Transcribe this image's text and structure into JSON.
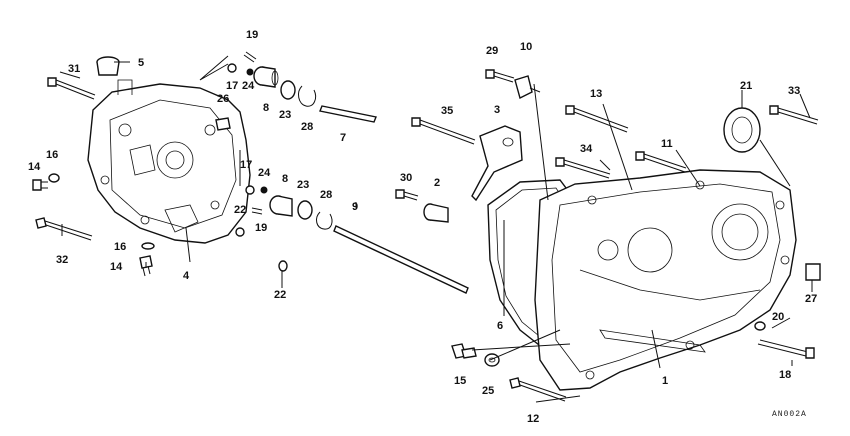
{
  "diagram": {
    "callouts": [
      "1",
      "2",
      "3",
      "4",
      "5",
      "6",
      "7",
      "8",
      "8",
      "9",
      "10",
      "11",
      "12",
      "13",
      "14",
      "14",
      "15",
      "16",
      "16",
      "17",
      "17",
      "18",
      "19",
      "19",
      "20",
      "21",
      "22",
      "22",
      "23",
      "23",
      "24",
      "24",
      "25",
      "26",
      "27",
      "28",
      "28",
      "29",
      "30",
      "31",
      "32",
      "33",
      "34",
      "35"
    ],
    "code": "AN002A"
  }
}
